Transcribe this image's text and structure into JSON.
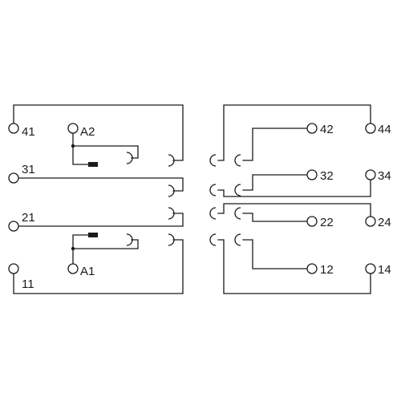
{
  "terminals": {
    "t41": "41",
    "t31": "31",
    "t21": "21",
    "t11": "11",
    "a1": "A1",
    "a2": "A2",
    "t42": "42",
    "t44": "44",
    "t32": "32",
    "t34": "34",
    "t22": "22",
    "t24": "24",
    "t12": "12",
    "t14": "14"
  },
  "colors": {
    "line": "#1a1a1a",
    "background": "#ffffff"
  }
}
